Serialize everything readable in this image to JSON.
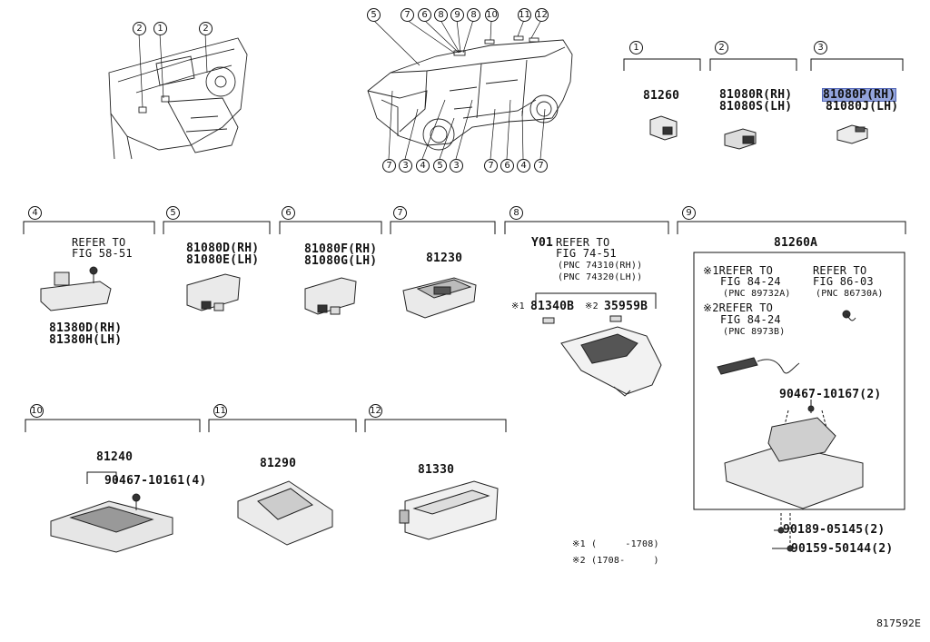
{
  "callouts": {
    "dash": [
      "2",
      "1",
      "2"
    ],
    "car_top": [
      "5",
      "7",
      "6",
      "8",
      "9",
      "8",
      "10",
      "11",
      "12"
    ],
    "car_bottom": [
      "7",
      "3",
      "4",
      "5",
      "3",
      "7",
      "6",
      "4",
      "7"
    ]
  },
  "sections": {
    "s1": {
      "num": "1",
      "part": "81260"
    },
    "s2": {
      "num": "2",
      "part_rh": "81080R(RH)",
      "part_lh": "81080S(LH)"
    },
    "s3": {
      "num": "3",
      "part_rh": "81080P(RH)",
      "part_lh": "81080J(LH)"
    },
    "s4": {
      "num": "4",
      "refer1": "REFER TO",
      "refer2": "FIG 58-51",
      "part_rh": "81380D(RH)",
      "part_lh": "81380H(LH)"
    },
    "s5": {
      "num": "5",
      "part_rh": "81080D(RH)",
      "part_lh": "81080E(LH)"
    },
    "s6": {
      "num": "6",
      "part_rh": "81080F(RH)",
      "part_lh": "81080G(LH)"
    },
    "s7": {
      "num": "7",
      "part": "81230"
    },
    "s8": {
      "num": "8",
      "y01": "Y01",
      "refer1": "REFER TO",
      "refer2": "FIG 74-51",
      "pnc1": "(PNC 74310(RH))",
      "pnc2": "(PNC 74320(LH))",
      "m1": "※1",
      "p1": "81340B",
      "m2": "※2",
      "p2": "35959B"
    },
    "s9": {
      "num": "9",
      "part": "81260A",
      "r1a": "※1REFER TO",
      "r1b": "FIG 84-24",
      "r1c": "(PNC 89732A)",
      "r2a": "※2REFER TO",
      "r2b": "FIG 84-24",
      "r2c": "(PNC 8973B)",
      "r3a": "REFER TO",
      "r3b": "FIG 86-03",
      "r3c": "(PNC 86730A)",
      "b1": "90467-10167(2)",
      "b2": "90189-05145(2)",
      "b3": "90159-50144(2)"
    },
    "s10": {
      "num": "10",
      "part": "81240",
      "bolt": "90467-10161(4)"
    },
    "s11": {
      "num": "11",
      "part": "81290"
    },
    "s12": {
      "num": "12",
      "part": "81330"
    }
  },
  "notes": {
    "n1": "※1 (     -1708)",
    "n2": "※2 (1708-     )"
  },
  "image_code": "817592E"
}
